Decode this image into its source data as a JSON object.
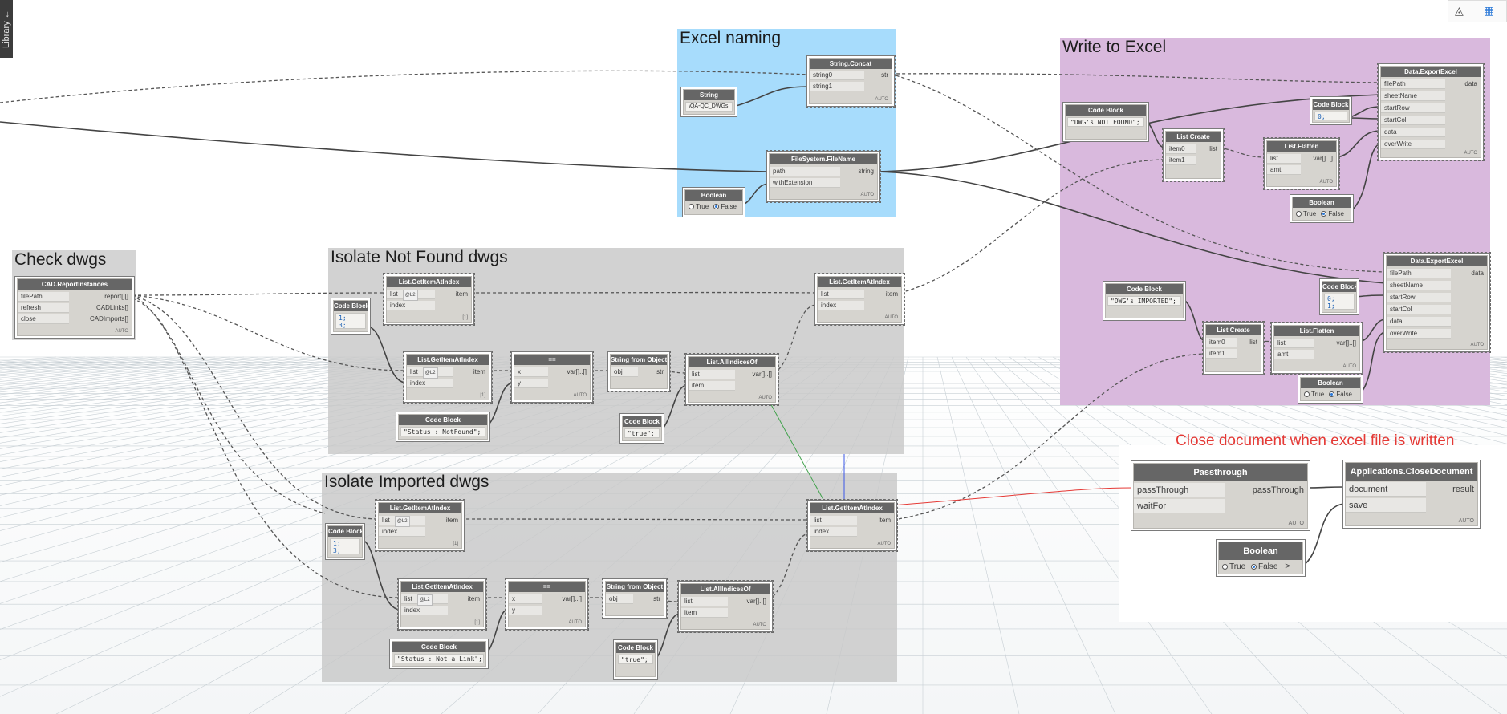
{
  "app": {
    "library_tab": "Library"
  },
  "colors": {
    "excel_naming_group": "#a7dcfc",
    "write_excel_group": "#d9b9dd",
    "gray_group": "#d3d3d3",
    "note": "#e53935",
    "wire": "#444444"
  },
  "toolbar": {
    "icon_1": "3d-view-icon",
    "icon_2": "graph-view-icon"
  },
  "groups": {
    "excel_naming": "Excel naming",
    "write_to_excel": "Write to Excel",
    "check_dwgs": "Check dwgs",
    "isolate_not_found": "Isolate Not Found dwgs",
    "isolate_imported": "Isolate Imported dwgs"
  },
  "note": "Close document when excel file is written",
  "common": {
    "auto": "AUTO",
    "lacing_short": "@L2",
    "lacing_list": "[1]",
    "true": "True",
    "false": "False",
    "chev": ">"
  },
  "nodes": {
    "string_concat": {
      "title": "String.Concat",
      "in1": "string0",
      "in2": "string1",
      "out": "str"
    },
    "string_input": {
      "title": "String",
      "value": "\\QA-QC_DWGs"
    },
    "filename": {
      "title": "FileSystem.FileName",
      "in1": "path",
      "in2": "withExtension",
      "out": "string"
    },
    "boolean_ext": {
      "title": "Boolean"
    },
    "report": {
      "title": "CAD.ReportInstances",
      "in1": "filePath",
      "in2": "refresh",
      "in3": "close",
      "out1": "report[][]",
      "out2": "CADLinks[]",
      "out3": "CADImports[]"
    },
    "nf_code1": {
      "title": "Code Block",
      "l1": "1;",
      "l2": "3;"
    },
    "nf_getitem1": {
      "title": "List.GetItemAtIndex",
      "in1": "list",
      "in2": "index",
      "out": "item"
    },
    "nf_getitem2": {
      "title": "List.GetItemAtIndex",
      "in1": "list",
      "in2": "index",
      "out": "item"
    },
    "nf_eq": {
      "title": "==",
      "in1": "x",
      "in2": "y",
      "out": "var[]..[]"
    },
    "nf_sfo": {
      "title": "String from Object",
      "in1": "obj",
      "out": "str"
    },
    "nf_allidx": {
      "title": "List.AllIndicesOf",
      "in1": "list",
      "in2": "item",
      "out": "var[]..[]"
    },
    "nf_getitem3": {
      "title": "List.GetItemAtIndex",
      "in1": "list",
      "in2": "index",
      "out": "item"
    },
    "nf_code_status": {
      "title": "Code Block",
      "value": "\"Status : NotFound\";"
    },
    "nf_code_true": {
      "title": "Code Block",
      "value": "\"true\";"
    },
    "im_code1": {
      "title": "Code Block",
      "l1": "1;",
      "l2": "3;"
    },
    "im_getitem1": {
      "title": "List.GetItemAtIndex",
      "in1": "list",
      "in2": "index",
      "out": "item"
    },
    "im_getitem2": {
      "title": "List.GetItemAtIndex",
      "in1": "list",
      "in2": "index",
      "out": "item"
    },
    "im_eq": {
      "title": "==",
      "in1": "x",
      "in2": "y",
      "out": "var[]..[]"
    },
    "im_sfo": {
      "title": "String from Object",
      "in1": "obj",
      "out": "str"
    },
    "im_allidx": {
      "title": "List.AllIndicesOf",
      "in1": "list",
      "in2": "item",
      "out": "var[]..[]"
    },
    "im_getitem3": {
      "title": "List.GetItemAtIndex",
      "in1": "list",
      "in2": "index",
      "out": "item"
    },
    "im_code_status": {
      "title": "Code Block",
      "value": "\"Status : Not a Link\";"
    },
    "im_code_true": {
      "title": "Code Block",
      "value": "\"true\";"
    },
    "we_code_nf": {
      "title": "Code Block",
      "value": "\"DWG's NOT FOUND\";"
    },
    "we_listcreate1": {
      "title": "List Create",
      "in1": "item0",
      "in2": "item1",
      "out": "list"
    },
    "we_flatten1": {
      "title": "List.Flatten",
      "in1": "list",
      "in2": "amt",
      "out": "var[]..[]"
    },
    "we_code_0": {
      "title": "Code Block",
      "value": "0;"
    },
    "we_bool1": {
      "title": "Boolean"
    },
    "we_export1": {
      "title": "Data.ExportExcel",
      "in1": "filePath",
      "in2": "sheetName",
      "in3": "startRow",
      "in4": "startCol",
      "in5": "data",
      "in6": "overWrite",
      "out": "data"
    },
    "we_code_imp": {
      "title": "Code Block",
      "value": "\"DWG's IMPORTED\";"
    },
    "we_listcreate2": {
      "title": "List Create",
      "in1": "item0",
      "in2": "item1",
      "out": "list"
    },
    "we_flatten2": {
      "title": "List.Flatten",
      "in1": "list",
      "in2": "amt",
      "out": "var[]..[]"
    },
    "we_code_01": {
      "title": "Code Block",
      "l1": "0;",
      "l2": "1;"
    },
    "we_bool2": {
      "title": "Boolean"
    },
    "we_export2": {
      "title": "Data.ExportExcel",
      "in1": "filePath",
      "in2": "sheetName",
      "in3": "startRow",
      "in4": "startCol",
      "in5": "data",
      "in6": "overWrite",
      "out": "data"
    },
    "passthrough": {
      "title": "Passthrough",
      "in1": "passThrough",
      "in2": "waitFor",
      "out": "passThrough"
    },
    "closedoc": {
      "title": "Applications.CloseDocument",
      "in1": "document",
      "in2": "save",
      "out": "result"
    },
    "close_bool": {
      "title": "Boolean"
    }
  }
}
